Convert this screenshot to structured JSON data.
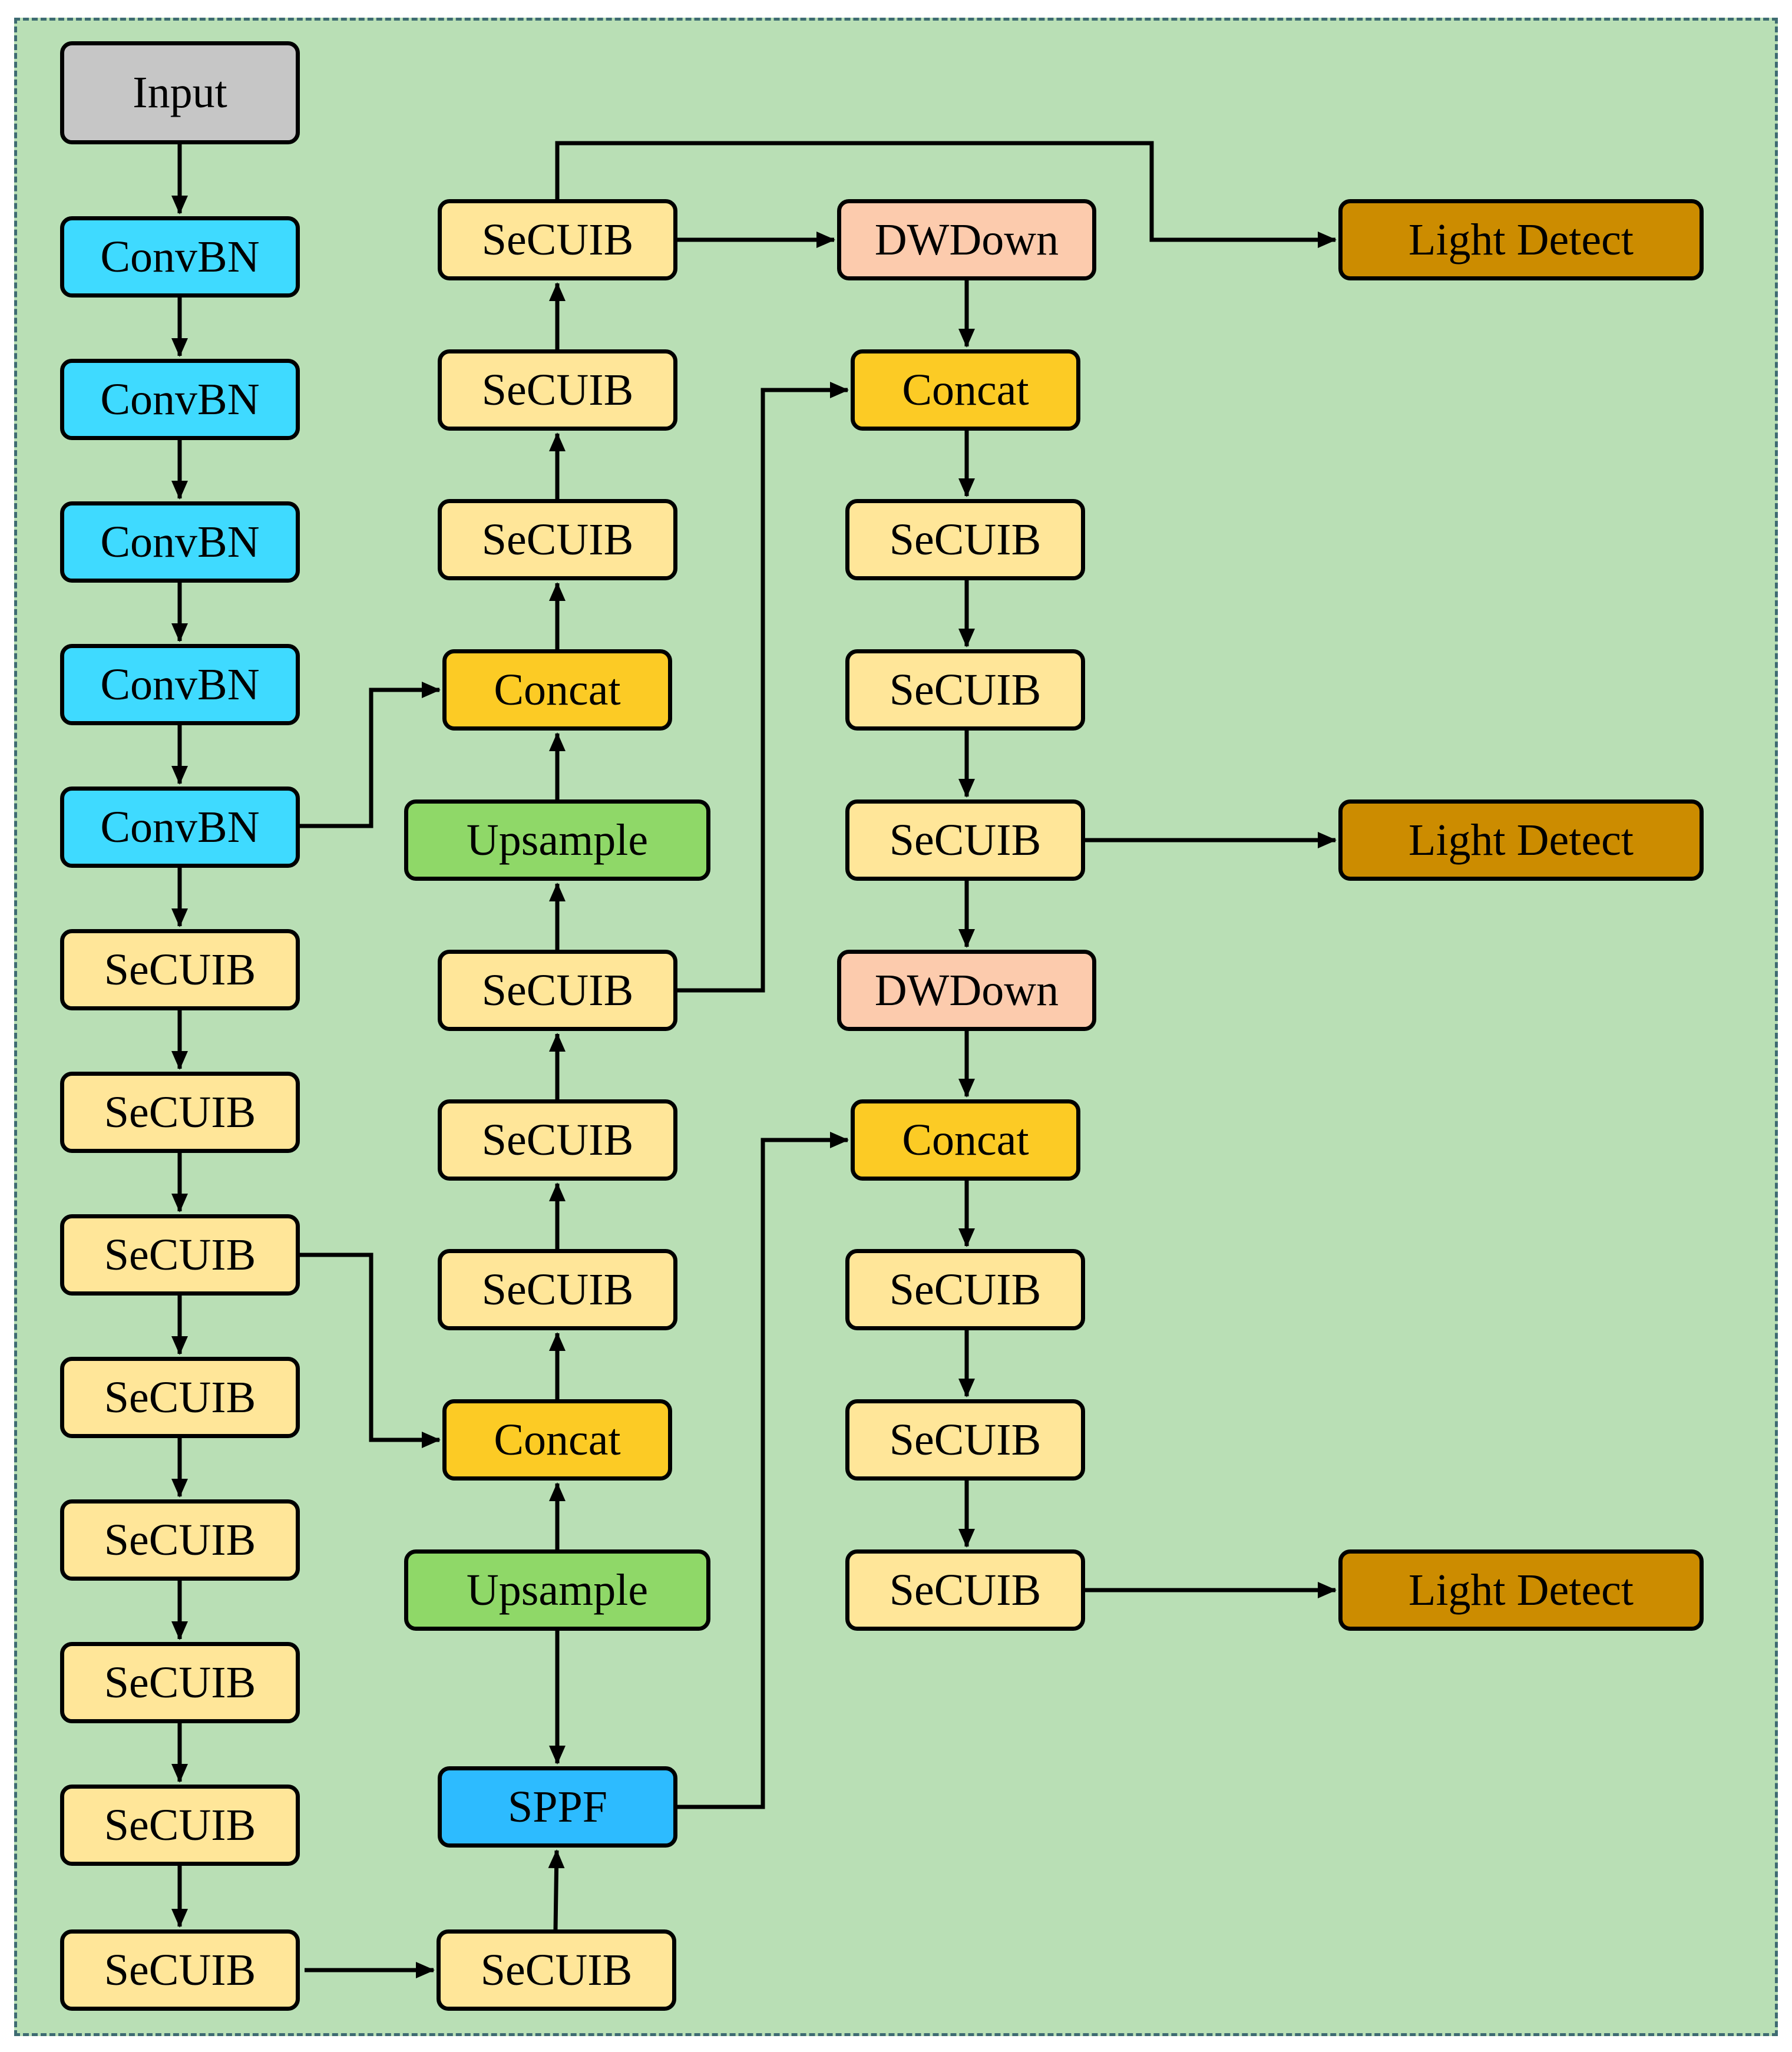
{
  "diagram": {
    "nodes": [
      {
        "id": "input",
        "label": "Input",
        "kind": "input"
      },
      {
        "id": "convbn-1",
        "label": "ConvBN",
        "kind": "convbn"
      },
      {
        "id": "convbn-2",
        "label": "ConvBN",
        "kind": "convbn"
      },
      {
        "id": "convbn-3",
        "label": "ConvBN",
        "kind": "convbn"
      },
      {
        "id": "convbn-4",
        "label": "ConvBN",
        "kind": "convbn"
      },
      {
        "id": "convbn-5",
        "label": "ConvBN",
        "kind": "convbn"
      },
      {
        "id": "backbone-secuib-1",
        "label": "SeCUIB",
        "kind": "secuib"
      },
      {
        "id": "backbone-secuib-2",
        "label": "SeCUIB",
        "kind": "secuib"
      },
      {
        "id": "backbone-secuib-3",
        "label": "SeCUIB",
        "kind": "secuib"
      },
      {
        "id": "backbone-secuib-4",
        "label": "SeCUIB",
        "kind": "secuib"
      },
      {
        "id": "backbone-secuib-5",
        "label": "SeCUIB",
        "kind": "secuib"
      },
      {
        "id": "backbone-secuib-6",
        "label": "SeCUIB",
        "kind": "secuib"
      },
      {
        "id": "backbone-secuib-7",
        "label": "SeCUIB",
        "kind": "secuib"
      },
      {
        "id": "backbone-secuib-8",
        "label": "SeCUIB",
        "kind": "secuib"
      },
      {
        "id": "neck-secuib-bottom",
        "label": "SeCUIB",
        "kind": "secuib"
      },
      {
        "id": "sppf",
        "label": "SPPF",
        "kind": "sppf"
      },
      {
        "id": "upsample-lower",
        "label": "Upsample",
        "kind": "upsample"
      },
      {
        "id": "concat-lower",
        "label": "Concat",
        "kind": "concat"
      },
      {
        "id": "neck-secuib-l1",
        "label": "SeCUIB",
        "kind": "secuib"
      },
      {
        "id": "neck-secuib-l2",
        "label": "SeCUIB",
        "kind": "secuib"
      },
      {
        "id": "neck-secuib-l3",
        "label": "SeCUIB",
        "kind": "secuib"
      },
      {
        "id": "upsample-upper",
        "label": "Upsample",
        "kind": "upsample"
      },
      {
        "id": "concat-upper",
        "label": "Concat",
        "kind": "concat"
      },
      {
        "id": "neck-secuib-u1",
        "label": "SeCUIB",
        "kind": "secuib"
      },
      {
        "id": "neck-secuib-u2",
        "label": "SeCUIB",
        "kind": "secuib"
      },
      {
        "id": "neck-secuib-u3",
        "label": "SeCUIB",
        "kind": "secuib"
      },
      {
        "id": "dwdown-1",
        "label": "DWDown",
        "kind": "dwdown"
      },
      {
        "id": "concat-head-1",
        "label": "Concat",
        "kind": "concat"
      },
      {
        "id": "head-secuib-1",
        "label": "SeCUIB",
        "kind": "secuib"
      },
      {
        "id": "head-secuib-2",
        "label": "SeCUIB",
        "kind": "secuib"
      },
      {
        "id": "head-secuib-3",
        "label": "SeCUIB",
        "kind": "secuib"
      },
      {
        "id": "dwdown-2",
        "label": "DWDown",
        "kind": "dwdown"
      },
      {
        "id": "concat-head-2",
        "label": "Concat",
        "kind": "concat"
      },
      {
        "id": "head-secuib-4",
        "label": "SeCUIB",
        "kind": "secuib"
      },
      {
        "id": "head-secuib-5",
        "label": "SeCUIB",
        "kind": "secuib"
      },
      {
        "id": "head-secuib-6",
        "label": "SeCUIB",
        "kind": "secuib"
      },
      {
        "id": "light-detect-1",
        "label": "Light Detect",
        "kind": "detect"
      },
      {
        "id": "light-detect-2",
        "label": "Light Detect",
        "kind": "detect"
      },
      {
        "id": "light-detect-3",
        "label": "Light Detect",
        "kind": "detect"
      }
    ],
    "edges": [
      {
        "from": "input",
        "to": "convbn-1"
      },
      {
        "from": "convbn-1",
        "to": "convbn-2"
      },
      {
        "from": "convbn-2",
        "to": "convbn-3"
      },
      {
        "from": "convbn-3",
        "to": "convbn-4"
      },
      {
        "from": "convbn-4",
        "to": "convbn-5"
      },
      {
        "from": "convbn-5",
        "to": "backbone-secuib-1"
      },
      {
        "from": "backbone-secuib-1",
        "to": "backbone-secuib-2"
      },
      {
        "from": "backbone-secuib-2",
        "to": "backbone-secuib-3"
      },
      {
        "from": "backbone-secuib-3",
        "to": "backbone-secuib-4"
      },
      {
        "from": "backbone-secuib-4",
        "to": "backbone-secuib-5"
      },
      {
        "from": "backbone-secuib-5",
        "to": "backbone-secuib-6"
      },
      {
        "from": "backbone-secuib-6",
        "to": "backbone-secuib-7"
      },
      {
        "from": "backbone-secuib-7",
        "to": "backbone-secuib-8"
      },
      {
        "from": "backbone-secuib-8",
        "to": "neck-secuib-bottom"
      },
      {
        "from": "neck-secuib-bottom",
        "to": "sppf"
      },
      {
        "from": "upsample-lower",
        "to": "sppf"
      },
      {
        "from": "upsample-lower",
        "to": "concat-lower"
      },
      {
        "from": "backbone-secuib-3",
        "to": "concat-lower"
      },
      {
        "from": "concat-lower",
        "to": "neck-secuib-l1"
      },
      {
        "from": "neck-secuib-l1",
        "to": "neck-secuib-l2"
      },
      {
        "from": "neck-secuib-l2",
        "to": "neck-secuib-l3"
      },
      {
        "from": "neck-secuib-l3",
        "to": "upsample-upper"
      },
      {
        "from": "upsample-upper",
        "to": "concat-upper"
      },
      {
        "from": "convbn-5",
        "to": "concat-upper"
      },
      {
        "from": "concat-upper",
        "to": "neck-secuib-u1"
      },
      {
        "from": "neck-secuib-u1",
        "to": "neck-secuib-u2"
      },
      {
        "from": "neck-secuib-u2",
        "to": "neck-secuib-u3"
      },
      {
        "from": "neck-secuib-u3",
        "to": "dwdown-1"
      },
      {
        "from": "neck-secuib-u3",
        "to": "light-detect-1"
      },
      {
        "from": "dwdown-1",
        "to": "concat-head-1"
      },
      {
        "from": "neck-secuib-l3",
        "to": "concat-head-1"
      },
      {
        "from": "concat-head-1",
        "to": "head-secuib-1"
      },
      {
        "from": "head-secuib-1",
        "to": "head-secuib-2"
      },
      {
        "from": "head-secuib-2",
        "to": "head-secuib-3"
      },
      {
        "from": "head-secuib-3",
        "to": "light-detect-2"
      },
      {
        "from": "head-secuib-3",
        "to": "dwdown-2"
      },
      {
        "from": "dwdown-2",
        "to": "concat-head-2"
      },
      {
        "from": "sppf",
        "to": "concat-head-2"
      },
      {
        "from": "concat-head-2",
        "to": "head-secuib-4"
      },
      {
        "from": "head-secuib-4",
        "to": "head-secuib-5"
      },
      {
        "from": "head-secuib-5",
        "to": "head-secuib-6"
      },
      {
        "from": "head-secuib-6",
        "to": "light-detect-3"
      }
    ]
  },
  "colors": {
    "panel": "#b9dfb5",
    "panel_border": "#3e6b72",
    "input": "#c6c6c6",
    "convbn": "#3fdaff",
    "secuib": "#ffe699",
    "concat": "#fccb25",
    "upsample": "#8fd868",
    "sppf": "#2dbbff",
    "dwdown": "#fccbad",
    "detect": "#cc8c00",
    "line": "#000000"
  }
}
